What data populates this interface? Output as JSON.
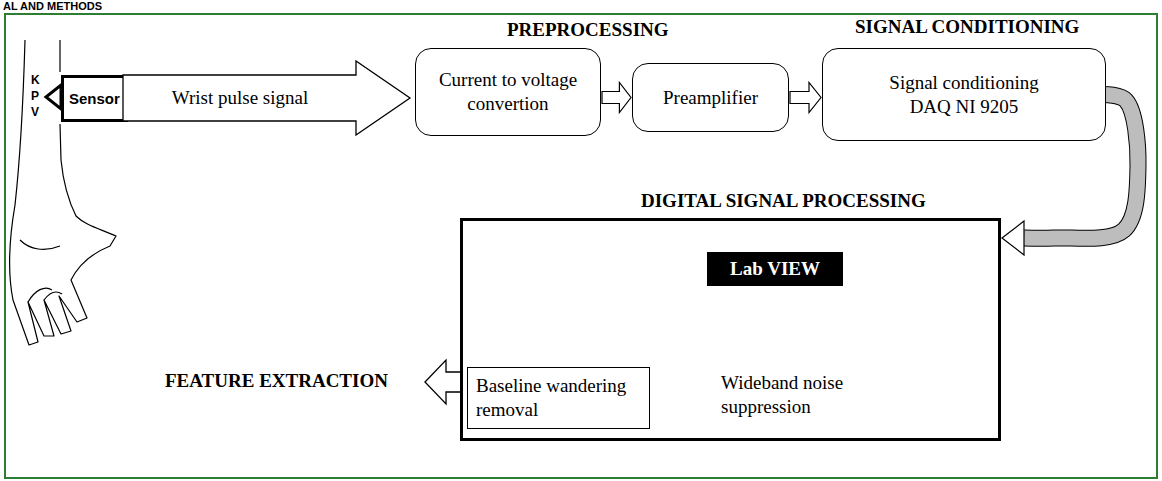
{
  "diagram": {
    "nodes": [
      {
        "text": [
          "Sensor"
        ]
      },
      {
        "text": [
          "Wrist pulse signal"
        ]
      },
      {
        "text": [
          "Current to voltage convertion"
        ]
      },
      {
        "text": [
          "Preamplifier"
        ]
      },
      {
        "text": [
          "Signal conditioning DAQ NI 9205"
        ]
      },
      {
        "text": [
          "DIGITAL SIGNAL PROCESSING"
        ]
      },
      {
        "text": [
          "Lab VIEW"
        ],
        "in": 5
      },
      {
        "text": [
          "Baseline wandering removal"
        ],
        "in": 5
      },
      {
        "text": [
          "Wideband noise suppression"
        ],
        "in": 5
      }
    ],
    "edges": [
      {
        "from": 2,
        "to": 3,
        "arrow": "to"
      },
      {
        "from": 3,
        "to": 4,
        "arrow": "to"
      },
      {
        "from": 4,
        "to": 5,
        "arrow": "to"
      }
    ],
    "labels": [
      "AL AND METHODS",
      "K",
      "P",
      "V",
      "PREPROCESSING",
      "SIGNAL CONDITIONING",
      "FEATURE EXTRACTION"
    ]
  }
}
